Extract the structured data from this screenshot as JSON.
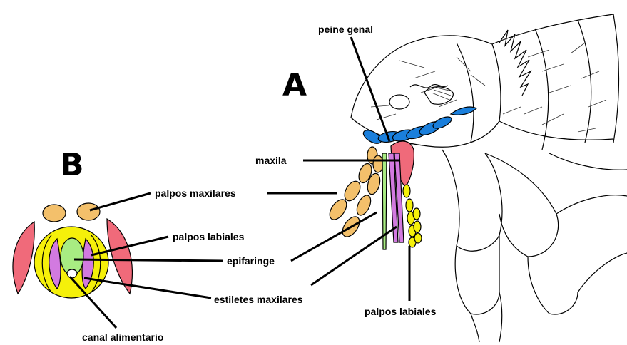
{
  "panel_a_letter": "A",
  "panel_b_letter": "B",
  "labels": {
    "peine_genal": "peine genal",
    "maxila": "maxila",
    "palpos_maxilares": "palpos maxilares",
    "palpos_labiales_b": "palpos labiales",
    "epifaringe": "epifaringe",
    "estiletes_maxilares": "estiletes maxilares",
    "palpos_labiales_a": "palpos labiales",
    "canal_alimentario": "canal alimentario"
  },
  "colors": {
    "palpos_maxilares": "#f3c06b",
    "palpos_labiales": "#f5f00a",
    "epifaringe": "#a8ec82",
    "estiletes_maxilares": "#d27ae0",
    "maxila": "#f06a7a",
    "peine_genal": "#1a7fdc"
  }
}
